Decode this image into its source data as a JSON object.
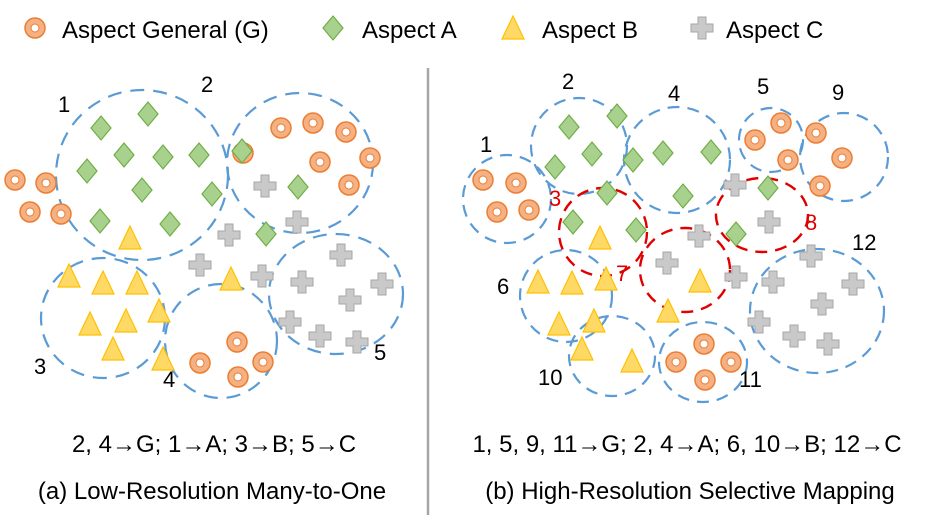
{
  "legend": {
    "general": "Aspect General (G)",
    "a": "Aspect A",
    "b": "Aspect B",
    "c": "Aspect C"
  },
  "left_panel": {
    "cluster_labels": [
      "1",
      "2",
      "3",
      "4",
      "5"
    ],
    "mapping": "2, 4→G; 1→A; 3→B; 5→C",
    "caption": "(a) Low-Resolution Many-to-One"
  },
  "right_panel": {
    "cluster_labels": [
      "1",
      "2",
      "3",
      "4",
      "5",
      "6",
      "7",
      "8",
      "9",
      "10",
      "11",
      "12"
    ],
    "mapping": "1, 5, 9, 11→G; 2, 4→A; 6, 10→B; 12→C",
    "caption": "(b) High-Resolution Selective Mapping"
  },
  "colors": {
    "cluster_stroke": "#5B9BD5",
    "highlight_stroke": "#E00000",
    "ring_fill": "#F4B183",
    "ring_stroke": "#ED7D31",
    "diamond_fill": "#A9D18E",
    "diamond_stroke": "#70AD47",
    "triangle_fill": "#FFD966",
    "triangle_stroke": "#FFC000",
    "cross_fill": "#C9C9C9",
    "cross_stroke": "#A6A6A6",
    "divider": "#A6A6A6",
    "highlight_label": "#E00000"
  }
}
